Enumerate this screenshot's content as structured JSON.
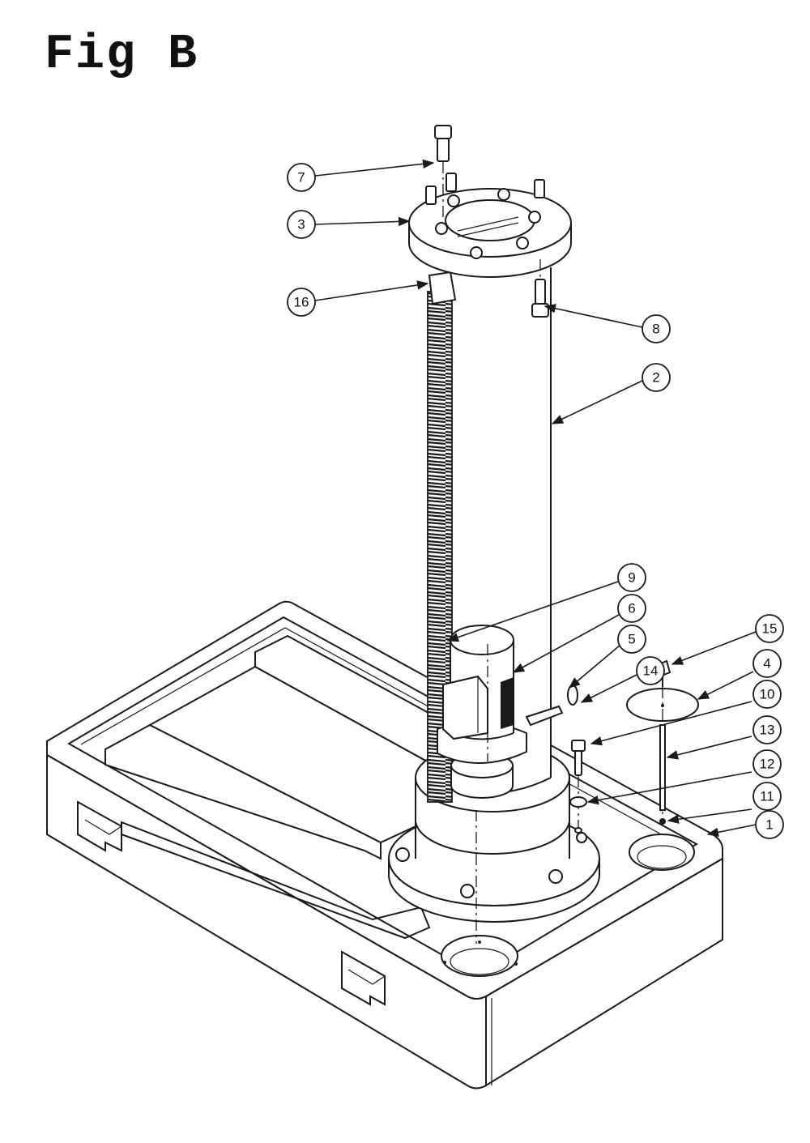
{
  "figure": {
    "title": "Fig B"
  },
  "callouts": [
    {
      "id": "c7",
      "label": "7"
    },
    {
      "id": "c3",
      "label": "3"
    },
    {
      "id": "c16",
      "label": "16"
    },
    {
      "id": "c8",
      "label": "8"
    },
    {
      "id": "c2",
      "label": "2"
    },
    {
      "id": "c9",
      "label": "9"
    },
    {
      "id": "c6",
      "label": "6"
    },
    {
      "id": "c5",
      "label": "5"
    },
    {
      "id": "c14",
      "label": "14"
    },
    {
      "id": "c15",
      "label": "15"
    },
    {
      "id": "c4",
      "label": "4"
    },
    {
      "id": "c10",
      "label": "10"
    },
    {
      "id": "c13",
      "label": "13"
    },
    {
      "id": "c12",
      "label": "12"
    },
    {
      "id": "c11",
      "label": "11"
    },
    {
      "id": "c1",
      "label": "1"
    }
  ]
}
